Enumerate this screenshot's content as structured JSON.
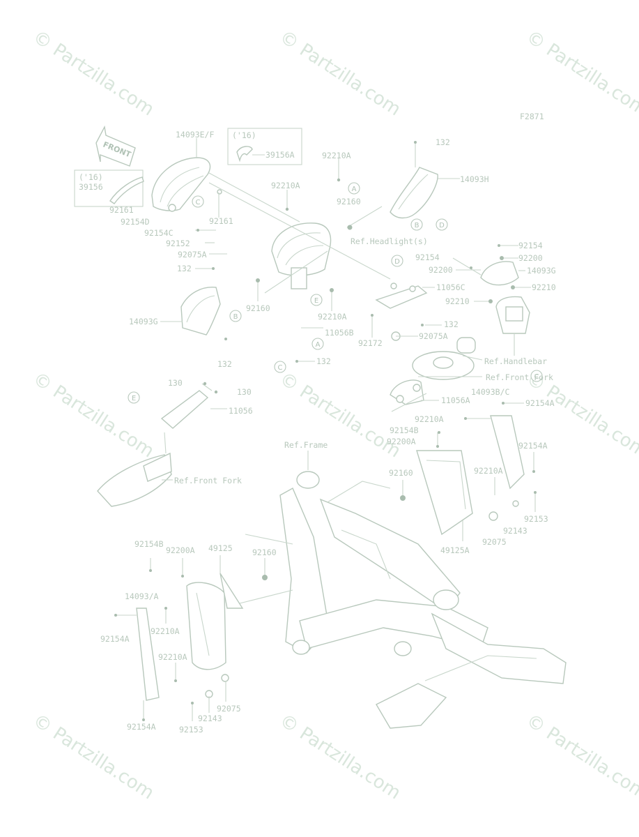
{
  "figure_code": "F2871",
  "watermark": "© Partzilla.com",
  "front_arrow": "FRONT",
  "inset_boxes": [
    {
      "title": "('16)",
      "part": "39156A"
    },
    {
      "title": "('16)",
      "part": "39156"
    }
  ],
  "callout_letters": [
    "A",
    "B",
    "C",
    "D",
    "E"
  ],
  "part_labels": [
    "132",
    "14093H",
    "14093E/F",
    "92210A",
    "92210A",
    "92160",
    "39156A",
    "92161",
    "92161",
    "92154D",
    "92154C",
    "92152",
    "92075A",
    "132",
    "14093G",
    "92160",
    "92210A",
    "92154",
    "92200",
    "14093G",
    "92210",
    "92210",
    "11056C",
    "132",
    "92172",
    "92075A",
    "11056B",
    "132",
    "Ref.Handlebar",
    "Ref.Front Fork",
    "11056A",
    "14093B/C",
    "92154A",
    "92210A",
    "92154B",
    "92200A",
    "130",
    "130",
    "11056",
    "Ref.Front Fork",
    "Ref.Frame",
    "92160",
    "92210A",
    "92154A",
    "92153",
    "92143",
    "92075",
    "49125A",
    "92154B",
    "92200A",
    "49125",
    "92160",
    "14093/A",
    "92154A",
    "92210A",
    "92210A",
    "92075",
    "92143",
    "92153",
    "92154A",
    "Ref.Headlight(s)"
  ]
}
